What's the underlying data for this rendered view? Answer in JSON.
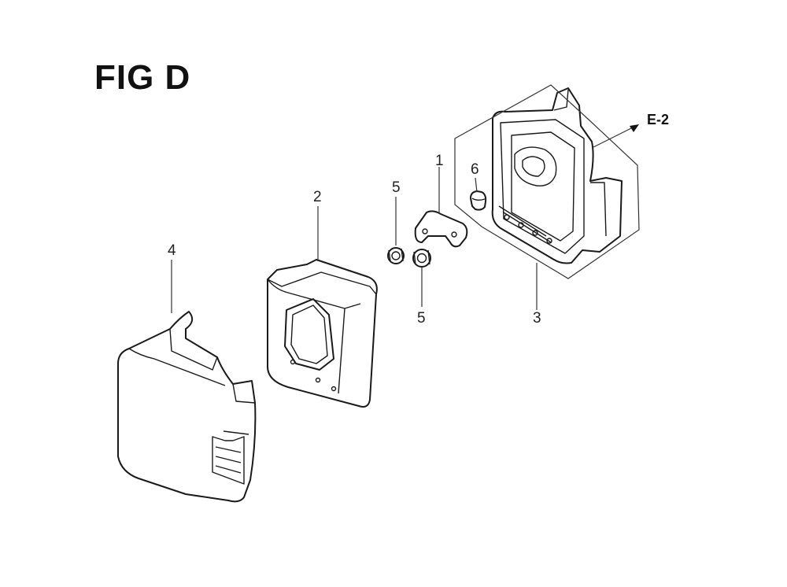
{
  "figure": {
    "title": "FIG D"
  },
  "reference": {
    "label": "E-2"
  },
  "callouts": [
    {
      "id": "c1",
      "label": "1"
    },
    {
      "id": "c2",
      "label": "2"
    },
    {
      "id": "c3",
      "label": "3"
    },
    {
      "id": "c4",
      "label": "4"
    },
    {
      "id": "c5a",
      "label": "5"
    },
    {
      "id": "c5b",
      "label": "5"
    },
    {
      "id": "c6",
      "label": "6"
    }
  ]
}
